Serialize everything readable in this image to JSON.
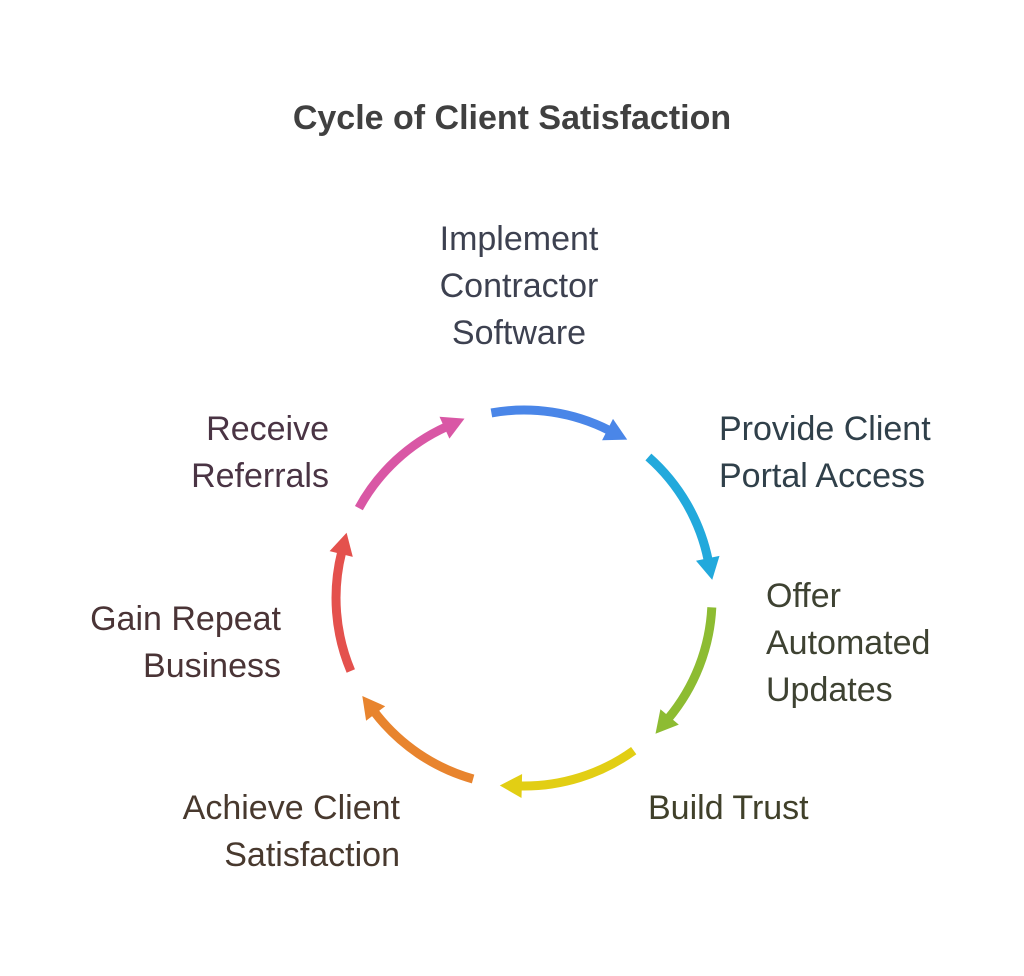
{
  "title": "Cycle of Client Satisfaction",
  "steps": [
    {
      "lines": [
        "Implement",
        "Contractor",
        "Software"
      ],
      "color": "#4a86e8",
      "text_color": "#3d4150"
    },
    {
      "lines": [
        "Provide Client",
        "Portal Access"
      ],
      "color": "#22a9dc",
      "text_color": "#30404a"
    },
    {
      "lines": [
        "Offer",
        "Automated",
        "Updates"
      ],
      "color": "#8dbc32",
      "text_color": "#3e4232"
    },
    {
      "lines": [
        "Build Trust"
      ],
      "color": "#e2ce14",
      "text_color": "#40402a"
    },
    {
      "lines": [
        "Achieve Client",
        "Satisfaction"
      ],
      "color": "#e8842e",
      "text_color": "#48392e"
    },
    {
      "lines": [
        "Gain Repeat",
        "Business"
      ],
      "color": "#e4514d",
      "text_color": "#4a3436"
    },
    {
      "lines": [
        "Receive",
        "Referrals"
      ],
      "color": "#d957a5",
      "text_color": "#4a3444"
    }
  ]
}
